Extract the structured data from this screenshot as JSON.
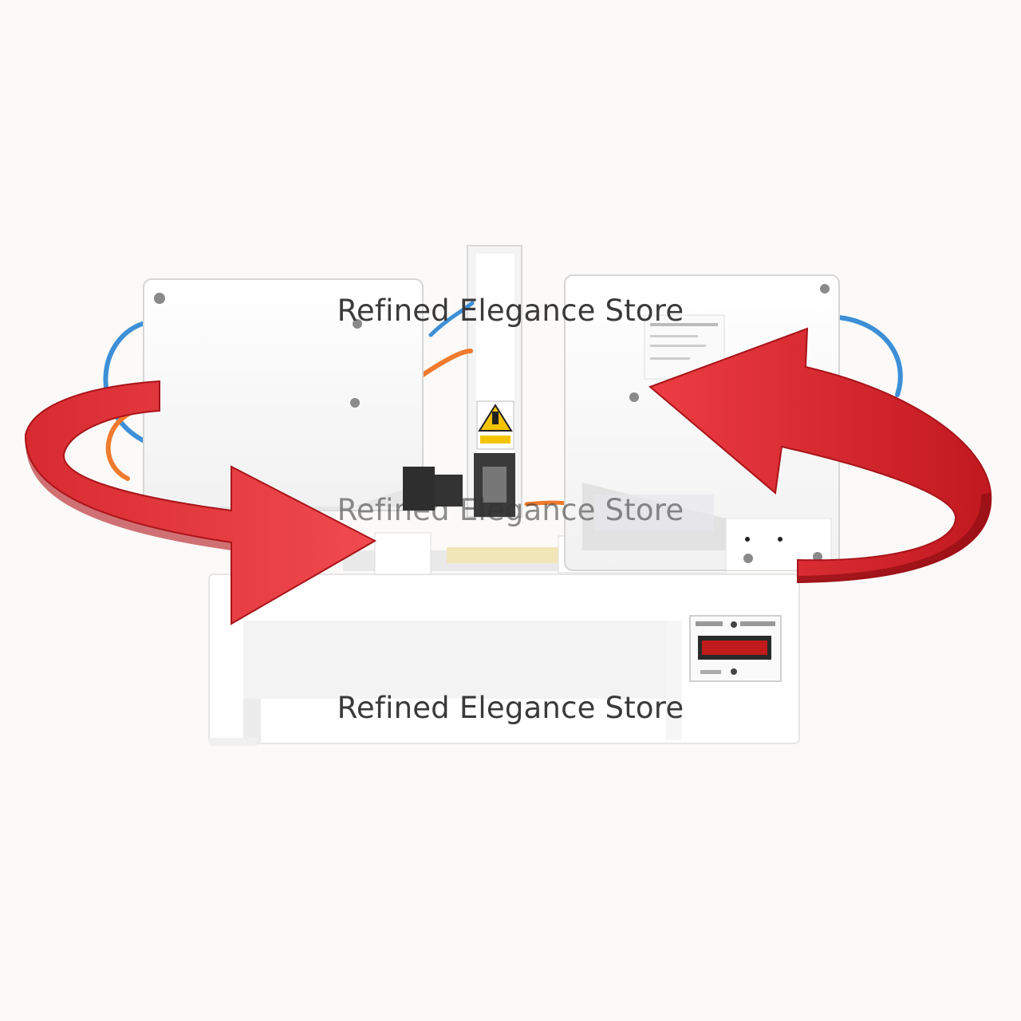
{
  "watermark": {
    "top": "Refined Elegance Store",
    "middle": "Refined Elegance Store",
    "bottom": "Refined Elegance Store"
  },
  "colors": {
    "background": "#fbfaf8",
    "machine_body": "#ffffff",
    "arrow_red": "#e8353b",
    "arrow_dark": "#b3151c",
    "tube_blue": "#3d8fd6",
    "tube_orange": "#f07a2e",
    "counter_display": "#d11a1a"
  },
  "icons": [
    "warning-label-icon",
    "left-arrow-icon",
    "right-arrow-icon"
  ]
}
